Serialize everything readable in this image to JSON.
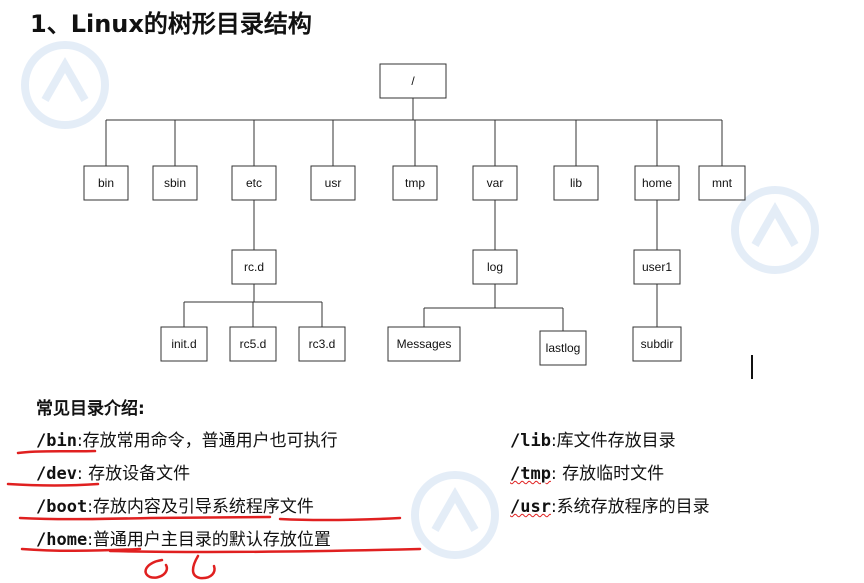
{
  "title": "1、Linux的树形目录结构",
  "tree": {
    "root": "/",
    "level1": [
      "bin",
      "sbin",
      "etc",
      "usr",
      "tmp",
      "var",
      "lib",
      "home",
      "mnt"
    ],
    "etc_child": "rc.d",
    "rcd_children": [
      "init.d",
      "rc5.d",
      "rc3.d"
    ],
    "var_child": "log",
    "log_children": [
      "Messages",
      "lastlog"
    ],
    "home_child": "user1",
    "user1_child": "subdir"
  },
  "intro": {
    "heading": "常见目录介绍:",
    "left": [
      {
        "path": "/bin",
        "desc": ":存放常用命令，普通用户也可执行"
      },
      {
        "path": "/dev",
        "desc": ": 存放设备文件"
      },
      {
        "path": "/boot",
        "desc": ":存放内容及引导系统程序文件"
      },
      {
        "path": "/home",
        "desc": ":普通用户主目录的默认存放位置"
      }
    ],
    "right": [
      {
        "path": "/lib",
        "desc": ":库文件存放目录"
      },
      {
        "path": "/tmp",
        "desc": ": 存放临时文件"
      },
      {
        "path": "/usr",
        "desc": ":系统存放程序的目录"
      }
    ]
  },
  "colors": {
    "ink": "#111111",
    "annotation": "#e02020",
    "watermark": "#3a78c8"
  },
  "icons": [
    "cursor-bar-icon",
    "watermark-logo-icon"
  ]
}
